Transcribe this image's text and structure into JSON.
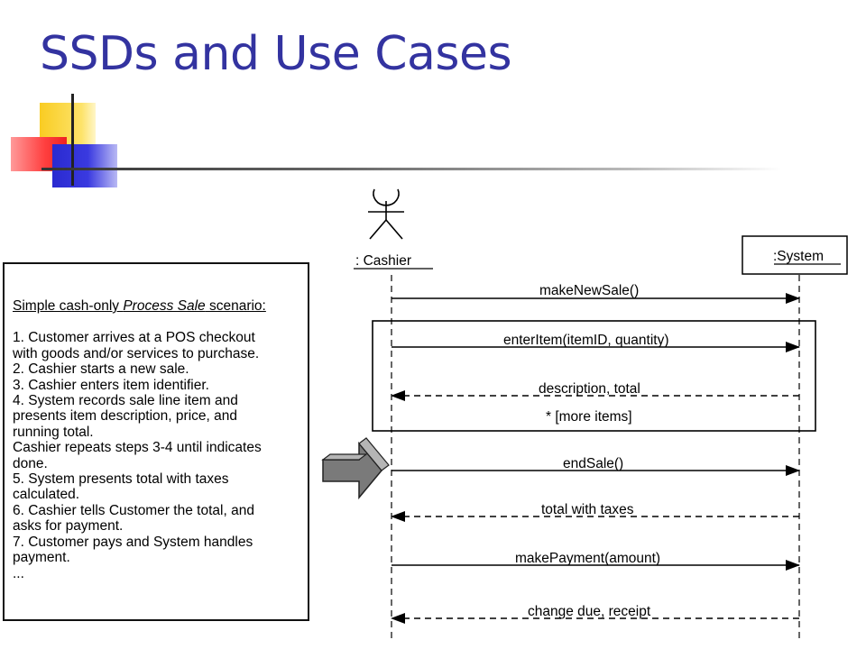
{
  "title": "SSDs and Use Cases",
  "scenario": {
    "heading_pre": "Simple cash-only ",
    "heading_italic": "Process Sale",
    "heading_post": " scenario:",
    "lines": [
      "1. Customer arrives at a POS checkout",
      "with goods and/or services to purchase.",
      "2. Cashier starts a new sale.",
      "3. Cashier enters item identifier.",
      "4. System records sale line item and",
      "presents item description, price, and",
      "running total.",
      "Cashier repeats steps 3-4 until indicates",
      "done.",
      "5. System presents total with taxes",
      "calculated.",
      "6. Cashier tells Customer the total, and",
      "asks for payment.",
      "7. Customer pays and System handles",
      "payment.",
      "..."
    ]
  },
  "diagram": {
    "actor_label": ": Cashier",
    "system_label": ":System",
    "loop_label": "* [more items]",
    "messages": [
      {
        "label": "makeNewSale()",
        "kind": "call"
      },
      {
        "label": "enterItem(itemID, quantity)",
        "kind": "call"
      },
      {
        "label": "description, total",
        "kind": "return"
      },
      {
        "label": "endSale()",
        "kind": "call"
      },
      {
        "label": "total with taxes",
        "kind": "return"
      },
      {
        "label": "makePayment(amount)",
        "kind": "call"
      },
      {
        "label": "change due, receipt",
        "kind": "return"
      }
    ]
  }
}
